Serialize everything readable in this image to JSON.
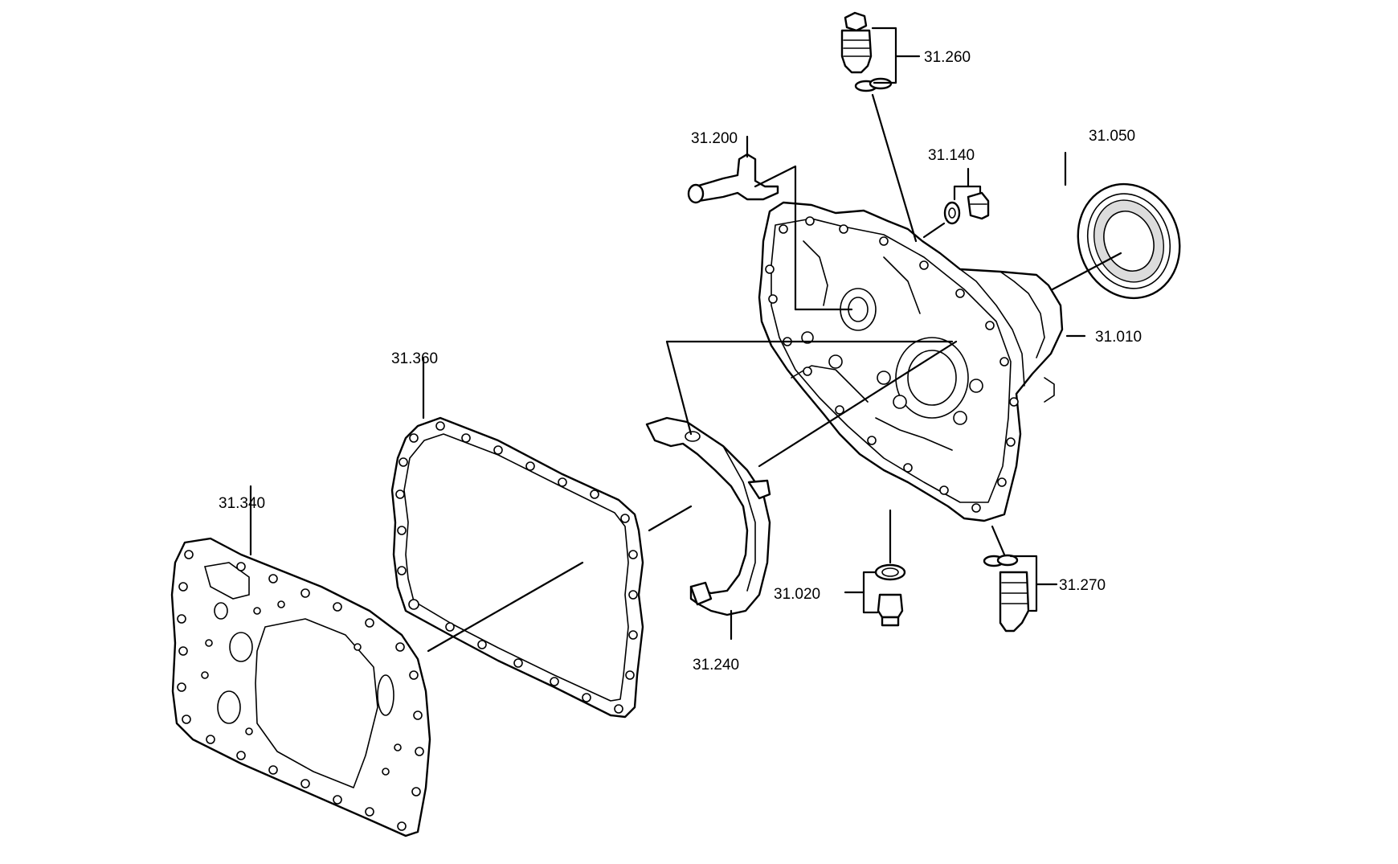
{
  "callouts": {
    "c31260": "31.260",
    "c31200": "31.200",
    "c31140": "31.140",
    "c31050": "31.050",
    "c31010": "31.010",
    "c31360": "31.360",
    "c31340": "31.340",
    "c31020": "31.020",
    "c31270": "31.270",
    "c31240": "31.240"
  },
  "colors": {
    "line": "#000000",
    "background": "#ffffff",
    "shade": "#dcdcdc"
  }
}
